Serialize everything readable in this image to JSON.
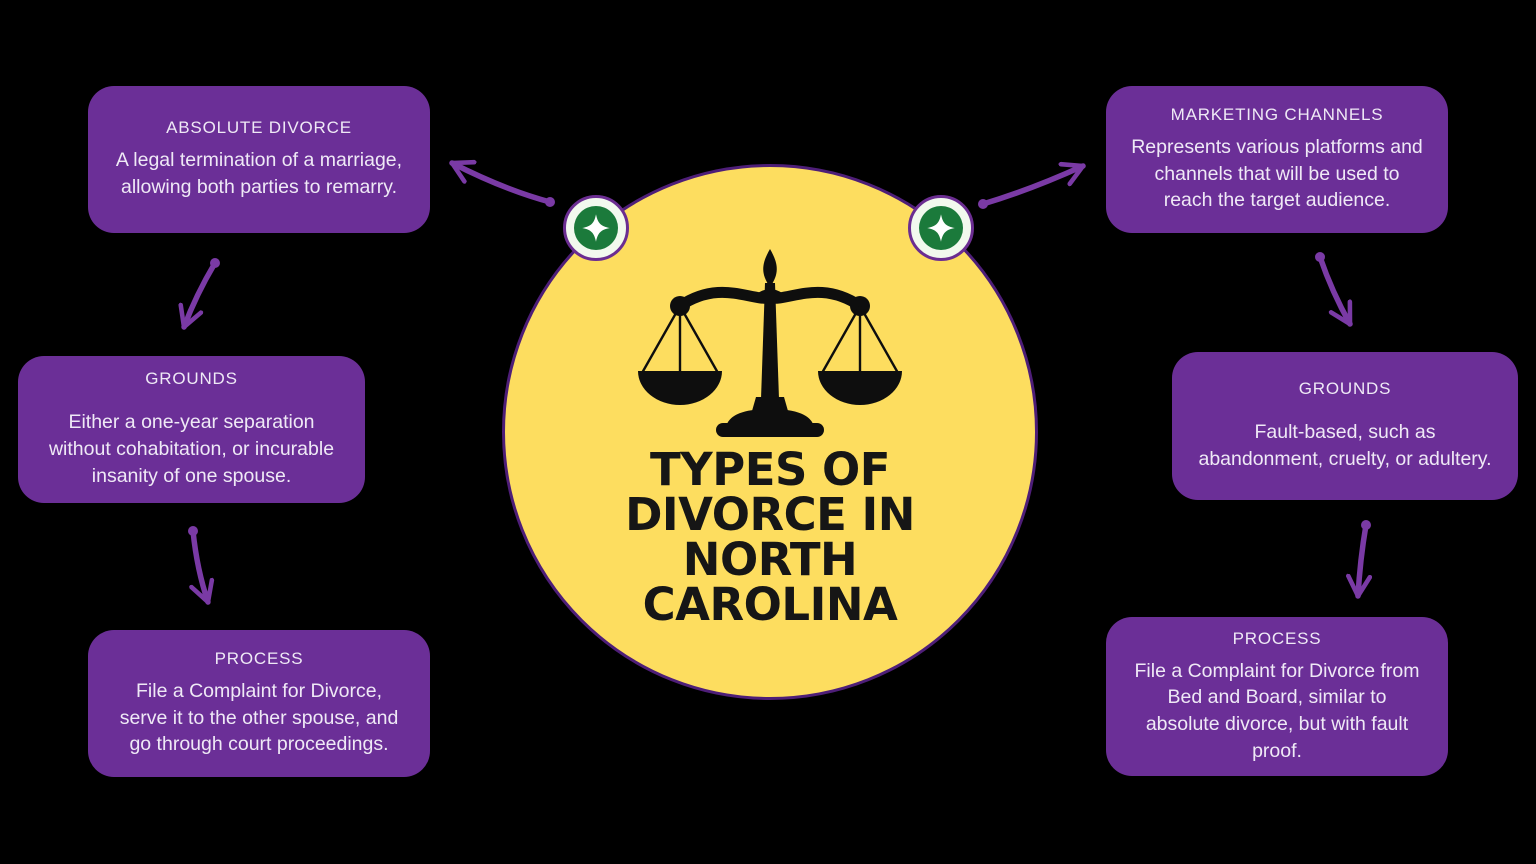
{
  "diagram": {
    "type": "mind-map",
    "background_color": "#000000"
  },
  "center": {
    "icon": "scales-of-justice",
    "title_lines": [
      "TYPES OF",
      "DIVORCE IN",
      "NORTH",
      "CAROLINA"
    ],
    "title_full": "TYPES OF DIVORCE IN NORTH CAROLINA",
    "circle_color": "#FDDD5F",
    "circle_outline_color": "#4E1E78",
    "title_color": "#161616"
  },
  "badges": {
    "left_icon": "sparkle-icon",
    "right_icon": "sparkle-icon",
    "green": "#1B7A3B",
    "ring": "#6B2D91",
    "bg": "#F2F9EE"
  },
  "left_column": [
    {
      "title": "ABSOLUTE DIVORCE",
      "body": "A legal termination of a marriage, allowing both parties to remarry."
    },
    {
      "title": "GROUNDS",
      "body": "Either a one-year separation without cohabitation, or incurable insanity of one spouse."
    },
    {
      "title": "PROCESS",
      "body": "File a Complaint for Divorce, serve it to the other spouse, and go through court proceedings."
    }
  ],
  "right_column": [
    {
      "title": "MARKETING CHANNELS",
      "body": "Represents various platforms and channels that will be used to reach the target audience."
    },
    {
      "title": "GROUNDS",
      "body": "Fault-based, such as abandonment, cruelty, or adultery."
    },
    {
      "title": "PROCESS",
      "body": "File a Complaint for Divorce from Bed and Board, similar to absolute divorce, but with fault proof."
    }
  ],
  "colors": {
    "card_bg": "#6B2F97",
    "card_text": "#EFE9F6",
    "arrow": "#7A3AA5",
    "circle_yellow": "#FDDD5F",
    "circle_outline": "#4E1E78",
    "badge_green": "#1B7A3B",
    "badge_ring": "#6B2D91",
    "badge_bg": "#F2F9EE",
    "background": "#000000"
  }
}
